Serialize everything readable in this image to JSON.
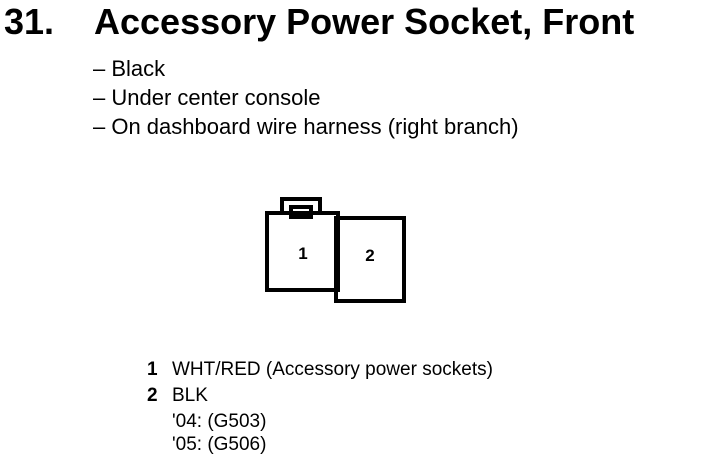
{
  "title": {
    "number": "31.",
    "text": "Accessory Power Socket, Front"
  },
  "details": [
    "– Black",
    "– Under center console",
    "– On dashboard wire harness (right branch)"
  ],
  "connector": {
    "pins": [
      "1",
      "2"
    ]
  },
  "pins": [
    {
      "number": "1",
      "text": "WHT/RED (Accessory power sockets)"
    },
    {
      "number": "2",
      "text": "BLK"
    }
  ],
  "pin2_notes": [
    "'04: (G503)",
    "'05: (G506)"
  ]
}
